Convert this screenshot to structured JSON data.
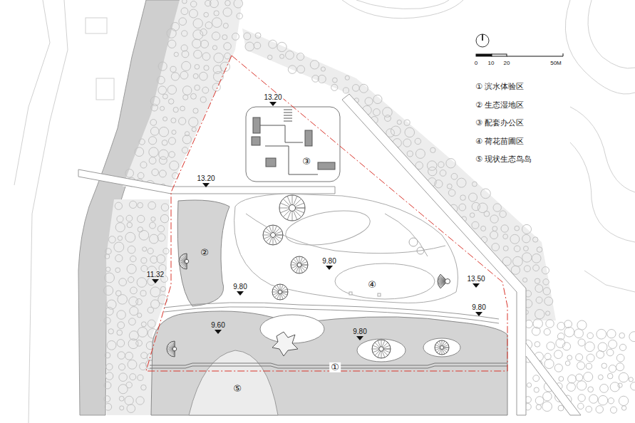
{
  "diagram": {
    "labels": [
      "0",
      "10",
      "20",
      "50M",
      "13.20",
      "③",
      "13.20",
      "②",
      "11.32",
      "9.80",
      "④",
      "13.50",
      "9.80",
      "9.80",
      "9.60",
      "9.80",
      "①",
      "⑤"
    ],
    "legend": [
      {
        "text": "① 滨水体验区"
      },
      {
        "text": "② 生态湿地区"
      },
      {
        "text": "③ 配套办公区"
      },
      {
        "text": "④ 荷花苗圃区"
      },
      {
        "text": "⑤ 现状生态鸟岛"
      }
    ]
  }
}
